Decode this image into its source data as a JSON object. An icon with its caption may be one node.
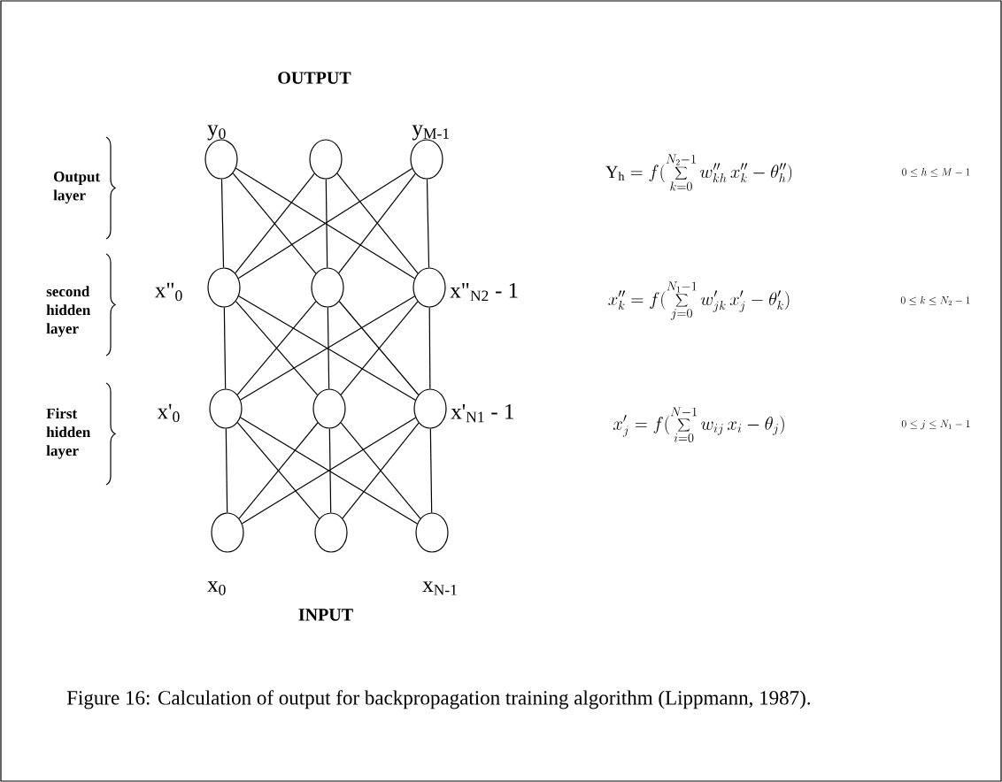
{
  "diagram": {
    "caption": "Figure 16: Calculation of output for backpropagation training algorithm (Lippmann, 1987).",
    "nodes": [
      {
        "text": [],
        "shape": "circle",
        "beside": [
          "y$_{0}$"
        ]
      },
      {
        "text": [],
        "shape": "circle"
      },
      {
        "text": [],
        "shape": "circle",
        "beside": [
          "y$_{M-1}$"
        ]
      },
      {
        "text": [],
        "shape": "circle",
        "beside": [
          "x\"$_{0}$"
        ]
      },
      {
        "text": [],
        "shape": "circle"
      },
      {
        "text": [],
        "shape": "circle",
        "beside": [
          "x\"$_{N2}$ - 1"
        ]
      },
      {
        "text": [],
        "shape": "circle",
        "beside": [
          "x'$_{0}$"
        ]
      },
      {
        "text": [],
        "shape": "circle"
      },
      {
        "text": [],
        "shape": "circle",
        "beside": [
          "x'$_{N1}$ - 1"
        ]
      },
      {
        "text": [],
        "shape": "circle",
        "beside": [
          "x$_{0}$"
        ]
      },
      {
        "text": [],
        "shape": "circle"
      },
      {
        "text": [],
        "shape": "circle",
        "beside": [
          "x$_{N-1}$"
        ]
      }
    ],
    "edges": [
      {
        "from": 0,
        "to": 3,
        "arrow": "none"
      },
      {
        "from": 0,
        "to": 4,
        "arrow": "none"
      },
      {
        "from": 0,
        "to": 5,
        "arrow": "none"
      },
      {
        "from": 1,
        "to": 3,
        "arrow": "none"
      },
      {
        "from": 1,
        "to": 4,
        "arrow": "none"
      },
      {
        "from": 1,
        "to": 5,
        "arrow": "none"
      },
      {
        "from": 2,
        "to": 3,
        "arrow": "none"
      },
      {
        "from": 2,
        "to": 4,
        "arrow": "none"
      },
      {
        "from": 2,
        "to": 5,
        "arrow": "none"
      },
      {
        "from": 3,
        "to": 6,
        "arrow": "none"
      },
      {
        "from": 3,
        "to": 7,
        "arrow": "none"
      },
      {
        "from": 3,
        "to": 8,
        "arrow": "none"
      },
      {
        "from": 4,
        "to": 6,
        "arrow": "none"
      },
      {
        "from": 4,
        "to": 7,
        "arrow": "none"
      },
      {
        "from": 4,
        "to": 8,
        "arrow": "none"
      },
      {
        "from": 5,
        "to": 6,
        "arrow": "none"
      },
      {
        "from": 5,
        "to": 7,
        "arrow": "none"
      },
      {
        "from": 5,
        "to": 8,
        "arrow": "none"
      },
      {
        "from": 6,
        "to": 9,
        "arrow": "none"
      },
      {
        "from": 6,
        "to": 10,
        "arrow": "none"
      },
      {
        "from": 6,
        "to": 11,
        "arrow": "none"
      },
      {
        "from": 7,
        "to": 9,
        "arrow": "none"
      },
      {
        "from": 7,
        "to": 10,
        "arrow": "none"
      },
      {
        "from": 7,
        "to": 11,
        "arrow": "none"
      },
      {
        "from": 8,
        "to": 9,
        "arrow": "none"
      },
      {
        "from": 8,
        "to": 10,
        "arrow": "none"
      },
      {
        "from": 8,
        "to": 11,
        "arrow": "none"
      }
    ],
    "labels": [
      "OUTPUT",
      "Output layer",
      "\\mathrm{Y}_{\\mathrm{h}}=f\\Bigl(\\sum_{k=0}^{N_2-1} w''_{kh}\\, x''_{k} - \\theta''_{h}\\Bigr)",
      "0\\le h\\le M-1",
      "second hidden layer",
      "x''_{k}=f\\Bigl(\\sum_{j=0}^{N_1-1} w'_{jk}\\, x'_{j} - \\theta'_{k}\\Bigr)",
      "0\\le k\\le N_2-1",
      "First hidden layer",
      "x'_{j}=f\\Bigl(\\sum_{i=0}^{N-1} w_{ij}\\, x_{i} - \\theta_{j}\\Bigr)",
      "0\\le j\\le N_1-1",
      "INPUT"
    ]
  }
}
